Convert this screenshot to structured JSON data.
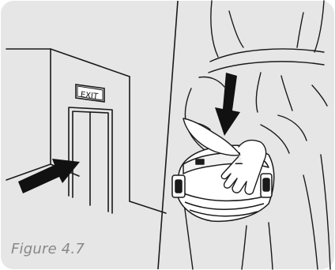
{
  "figure": {
    "exit_sign": "EXIT",
    "caption": "Figure 4.7"
  },
  "colors": {
    "panel_background": "#e6e6e6",
    "line": "#1a1a1a",
    "arrow": "#111111",
    "caption": "#888888"
  },
  "icons": [
    "exit-door",
    "waist-pack-life-vest",
    "downward-arrow",
    "rightward-arrow"
  ]
}
